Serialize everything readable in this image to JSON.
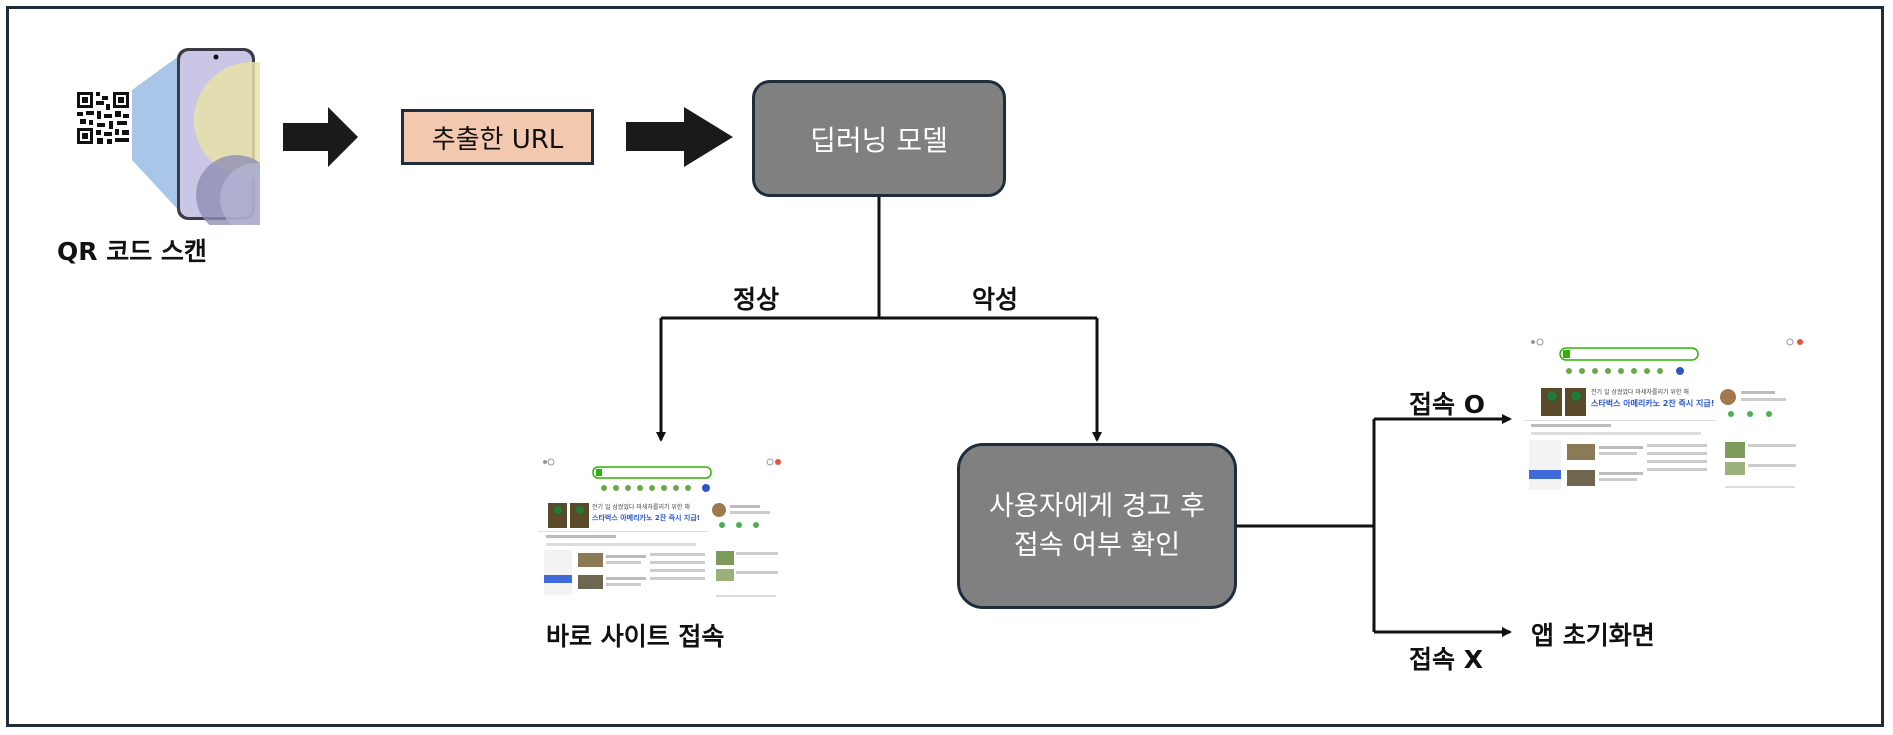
{
  "diagram": {
    "qr_scan_label": "QR 코드 스캔",
    "url_box_label": "추출한 URL",
    "model_box_label": "딥러닝 모델",
    "normal_label": "정상",
    "malicious_label": "악성",
    "direct_access_label": "바로 사이트 접속",
    "warning_box_line1": "사용자에게 경고 후",
    "warning_box_line2": "접속 여부 확인",
    "access_yes_label": "접속 O",
    "access_no_label": "접속 X",
    "app_home_label": "앱 초기화면"
  },
  "web_screenshot": {
    "banner_line1": "전기 일 삼켰었다 마세자를리기 위한 해",
    "banner_line2": "스타벅스 아메리카노 2잔 즉시 지급!"
  },
  "colors": {
    "border": "#1f2d3a",
    "url_box_fill": "#f2c9ae",
    "model_box_fill": "#808080",
    "phone_beam": "#a9c6e8",
    "arrow": "#1a1a1a"
  }
}
